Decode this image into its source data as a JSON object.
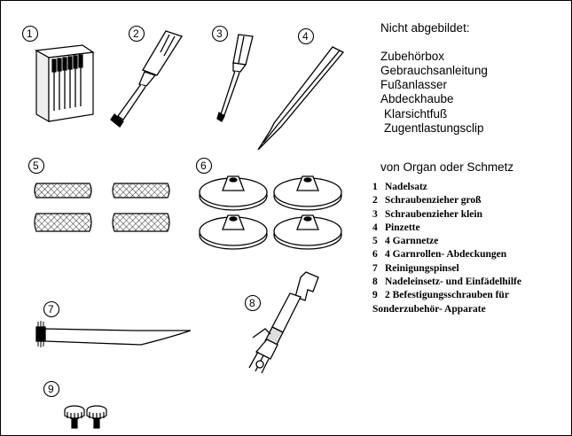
{
  "callouts": [
    "1",
    "2",
    "3",
    "4",
    "5",
    "6",
    "7",
    "8",
    "9"
  ],
  "not_shown": {
    "heading": "Nicht abgebildet:",
    "items": [
      "Zubehörbox",
      "Gebrauchsanleitung",
      "Fußanlasser",
      "Abdeckhaube",
      "Klarsichtfuß",
      "Zugentlastungsclip"
    ],
    "source_note": "von Organ oder Schmetz"
  },
  "legend": [
    {
      "num": "1",
      "label": "Nadelsatz"
    },
    {
      "num": "2",
      "label": "Schraubenzieher groß"
    },
    {
      "num": "3",
      "label": "Schraubenzieher klein"
    },
    {
      "num": "4",
      "label": "Pinzette"
    },
    {
      "num": "5",
      "label": "4 Garnnetze"
    },
    {
      "num": "6",
      "label": "4 Garnrollen- Abdeckungen"
    },
    {
      "num": "7",
      "label": "Reinigungspinsel"
    },
    {
      "num": "8",
      "label": "Nadeleinsetz- und Einfädelhilfe"
    },
    {
      "num": "9",
      "label": "2 Befestigungsschrauben für"
    }
  ],
  "legend_continuation": "Sonderzubehör- Apparate",
  "colors": {
    "line": "#000000",
    "background": "#ffffff",
    "fill_light": "#f2f2f2"
  }
}
